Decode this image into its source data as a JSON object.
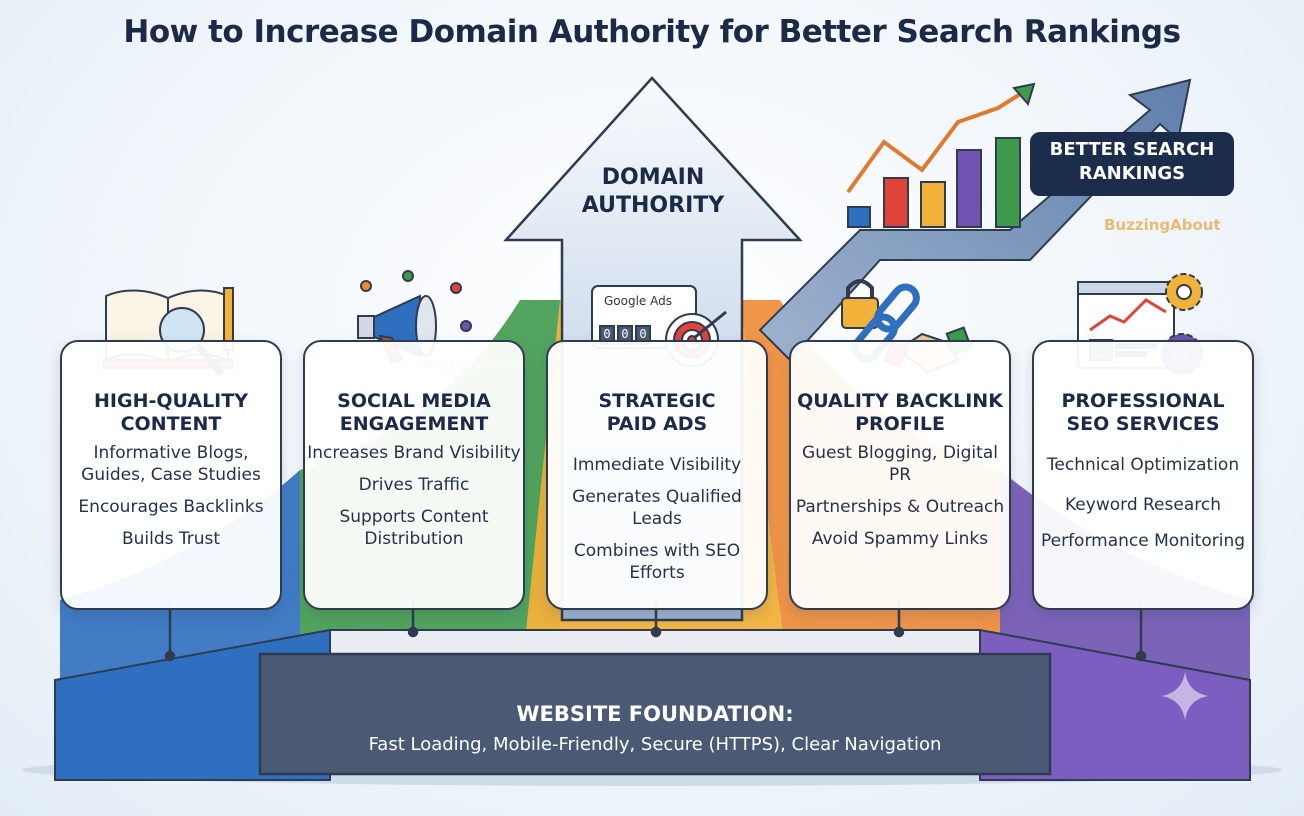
{
  "title": "How to Increase Domain Authority for Better Search Rankings",
  "arrow": {
    "line1": "DOMAIN",
    "line2": "AUTHORITY"
  },
  "badge": {
    "line1": "BETTER SEARCH",
    "line2": "RANKINGS"
  },
  "watermark": "BuzzingAbout",
  "google_ads_label": "Google Ads",
  "counter_digits": [
    "0",
    "0",
    "0"
  ],
  "cards": [
    {
      "title1": "HIGH-QUALITY",
      "title2": "CONTENT",
      "items": [
        "Informative Blogs, Guides, Case Studies",
        "Encourages Backlinks",
        "Builds Trust"
      ]
    },
    {
      "title1": "SOCIAL MEDIA",
      "title2": "ENGAGEMENT",
      "items": [
        "Increases Brand Visibility",
        "Drives Traffic",
        "Supports Content Distribution"
      ]
    },
    {
      "title1": "STRATEGIC",
      "title2": "PAID ADS",
      "items": [
        "Immediate Visibility",
        "Generates Qualified Leads",
        "Combines with SEO Efforts"
      ]
    },
    {
      "title1": "QUALITY BACKLINK",
      "title2": "PROFILE",
      "items": [
        "Guest Blogging, Digital PR",
        "Partnerships & Outreach",
        "Avoid Spammy Links"
      ]
    },
    {
      "title1": "PROFESSIONAL",
      "title2": "SEO SERVICES",
      "items": [
        "Technical Optimization",
        "Keyword Research",
        "Performance Monitoring"
      ]
    }
  ],
  "foundation": {
    "title": "WEBSITE FOUNDATION:",
    "subtitle": "Fast Loading, Mobile-Friendly, Secure (HTTPS), Clear Navigation"
  },
  "colors": {
    "blue": "#2f6fbf",
    "green": "#3f9a4c",
    "yellow": "#f2b23a",
    "orange": "#f08a34",
    "purple": "#6f53b0",
    "navy": "#1b2d4a",
    "foundation": "#4a5a74",
    "text": "#1b2a47"
  },
  "chart_bar_colors": [
    "#2f6fbf",
    "#e0433a",
    "#f2b23a",
    "#6f53b0",
    "#3f9a4c"
  ],
  "icons": [
    "book-magnifier-icon",
    "megaphone-icon",
    "target-icon",
    "padlock-icon",
    "chain-link-icon",
    "handshake-icon",
    "dashboard-icon",
    "gear-icon",
    "bar-chart-icon",
    "sparkle-icon"
  ]
}
